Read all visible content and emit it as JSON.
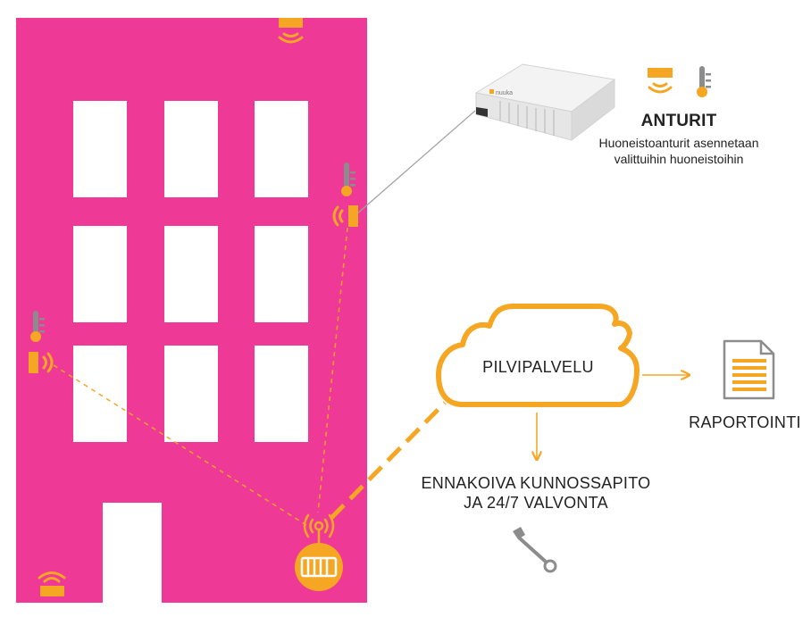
{
  "device_brand": "nuuka",
  "sensors": {
    "title": "ANTURIT",
    "description_line1": "Huoneistoanturit asennetaan",
    "description_line2": "valittuihin huoneistoihin"
  },
  "cloud": {
    "label": "PILVIPALVELU"
  },
  "reporting": {
    "label": "RAPORTOINTI"
  },
  "maintenance": {
    "line1": "ENNAKOIVA KUNNOSSAPITO",
    "line2": "JA 24/7 VALVONTA"
  },
  "colors": {
    "building": "#ee3a96",
    "accent": "#f5a623",
    "icon_gray": "#8c8c8c",
    "window": "#ffffff"
  },
  "icons": [
    "wifi-sensor-icon",
    "thermometer-icon",
    "gateway-icon",
    "heater-icon",
    "document-icon",
    "wrench-icon",
    "cloud-icon"
  ]
}
